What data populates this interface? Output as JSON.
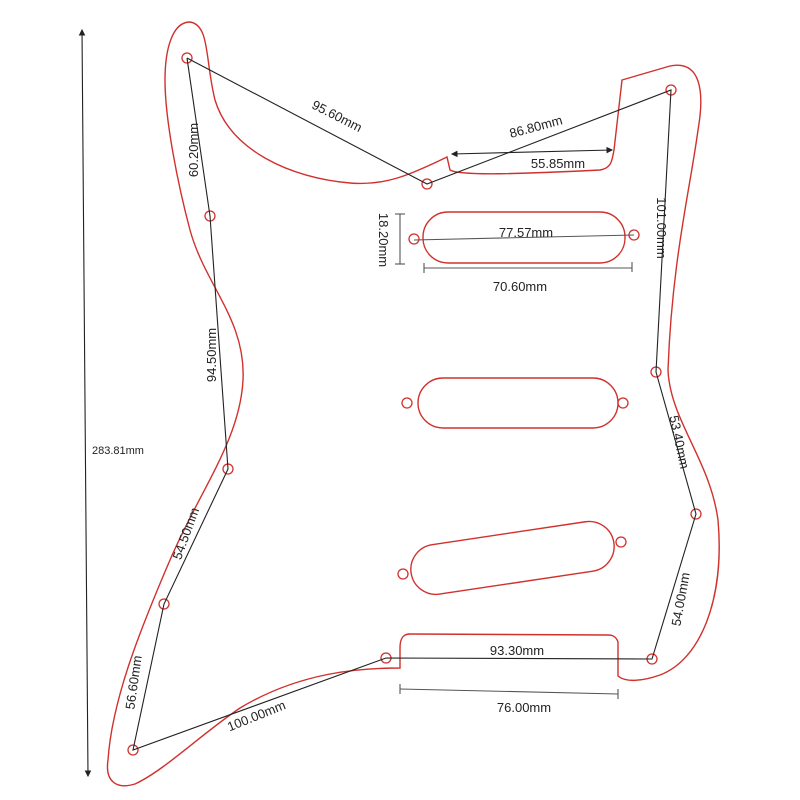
{
  "title": "Pickguard dimension drawing",
  "colors": {
    "outline": "#d0312d",
    "dimension": "#222222"
  },
  "dimensions": {
    "overall_height": "283.81mm",
    "top_left_to_neck": "95.60mm",
    "neck_to_top_right": "86.80mm",
    "neck_pocket_width": "55.85mm",
    "left_1": "60.20mm",
    "left_2": "94.50mm",
    "left_3": "54.50mm",
    "left_4": "56.60mm",
    "bottom_left": "100.00mm",
    "bottom_right": "93.30mm",
    "jack_cutout_width": "76.00mm",
    "right_1": "101.00mm",
    "right_2": "53.40mm",
    "right_3": "54.00mm",
    "pickup_height": "18.20mm",
    "pickup_screw_spacing": "77.57mm",
    "pickup_length": "70.60mm"
  }
}
